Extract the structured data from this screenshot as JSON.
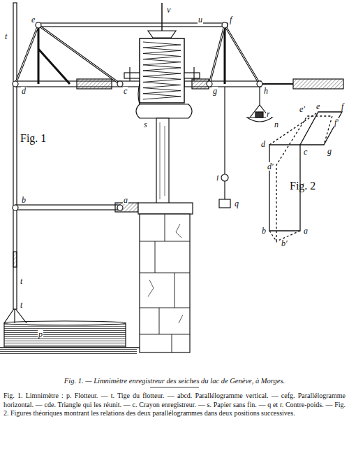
{
  "diagram": {
    "title": "Fig. 1. — Limnimètre enregistreur des seiches du lac de Genève, à Morges.",
    "caption": "Fig. 1. Limnimètre : p. Flotteur. — t. Tige du flotteur. — abcd. Parallélogramme vertical. — cefg. Parallélogramme horizontal. — cde. Triangle qui les réunit. — c. Crayon enregistreur. — s. Papier sans fin. — q et r. Contre-poids. — Fig. 2. Figures théoriques montrant les relations des deux parallélogrammes dans deux positions successives.",
    "labels": [
      "Fig. 1",
      "v",
      "u",
      "f",
      "t",
      "d",
      "c",
      "g",
      "h",
      "i",
      "q",
      "n",
      "b",
      "a",
      "e",
      "t",
      "t",
      "p",
      "s",
      "r",
      "Fig. 2",
      "e′",
      "e",
      "f",
      "f′",
      "d",
      "c",
      "g",
      "d′",
      "b",
      "a",
      "b′"
    ]
  }
}
